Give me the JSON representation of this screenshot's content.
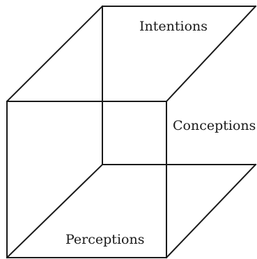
{
  "diagram": {
    "labels": {
      "top": "Intentions",
      "side": "Conceptions",
      "bottom": "Perceptions"
    },
    "stroke_color": "#1a1a1a",
    "background_color": "#ffffff"
  }
}
